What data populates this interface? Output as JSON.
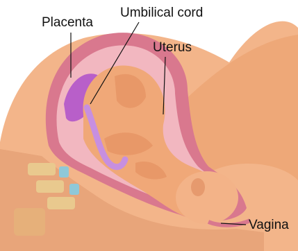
{
  "labels": {
    "placenta": "Placenta",
    "umbilical_cord": "Umbilical cord",
    "uterus": "Uterus",
    "vagina": "Vagina"
  },
  "colors": {
    "uterine_wall": "#d9788e",
    "skin": "#f0a878",
    "skin_dark": "#c8683e",
    "placenta": "#b85fc9",
    "umbilical_cord": "#c78fe0",
    "bone": "#e9c98e",
    "cartilage": "#8fc8d8",
    "leader_line": "#111111"
  }
}
